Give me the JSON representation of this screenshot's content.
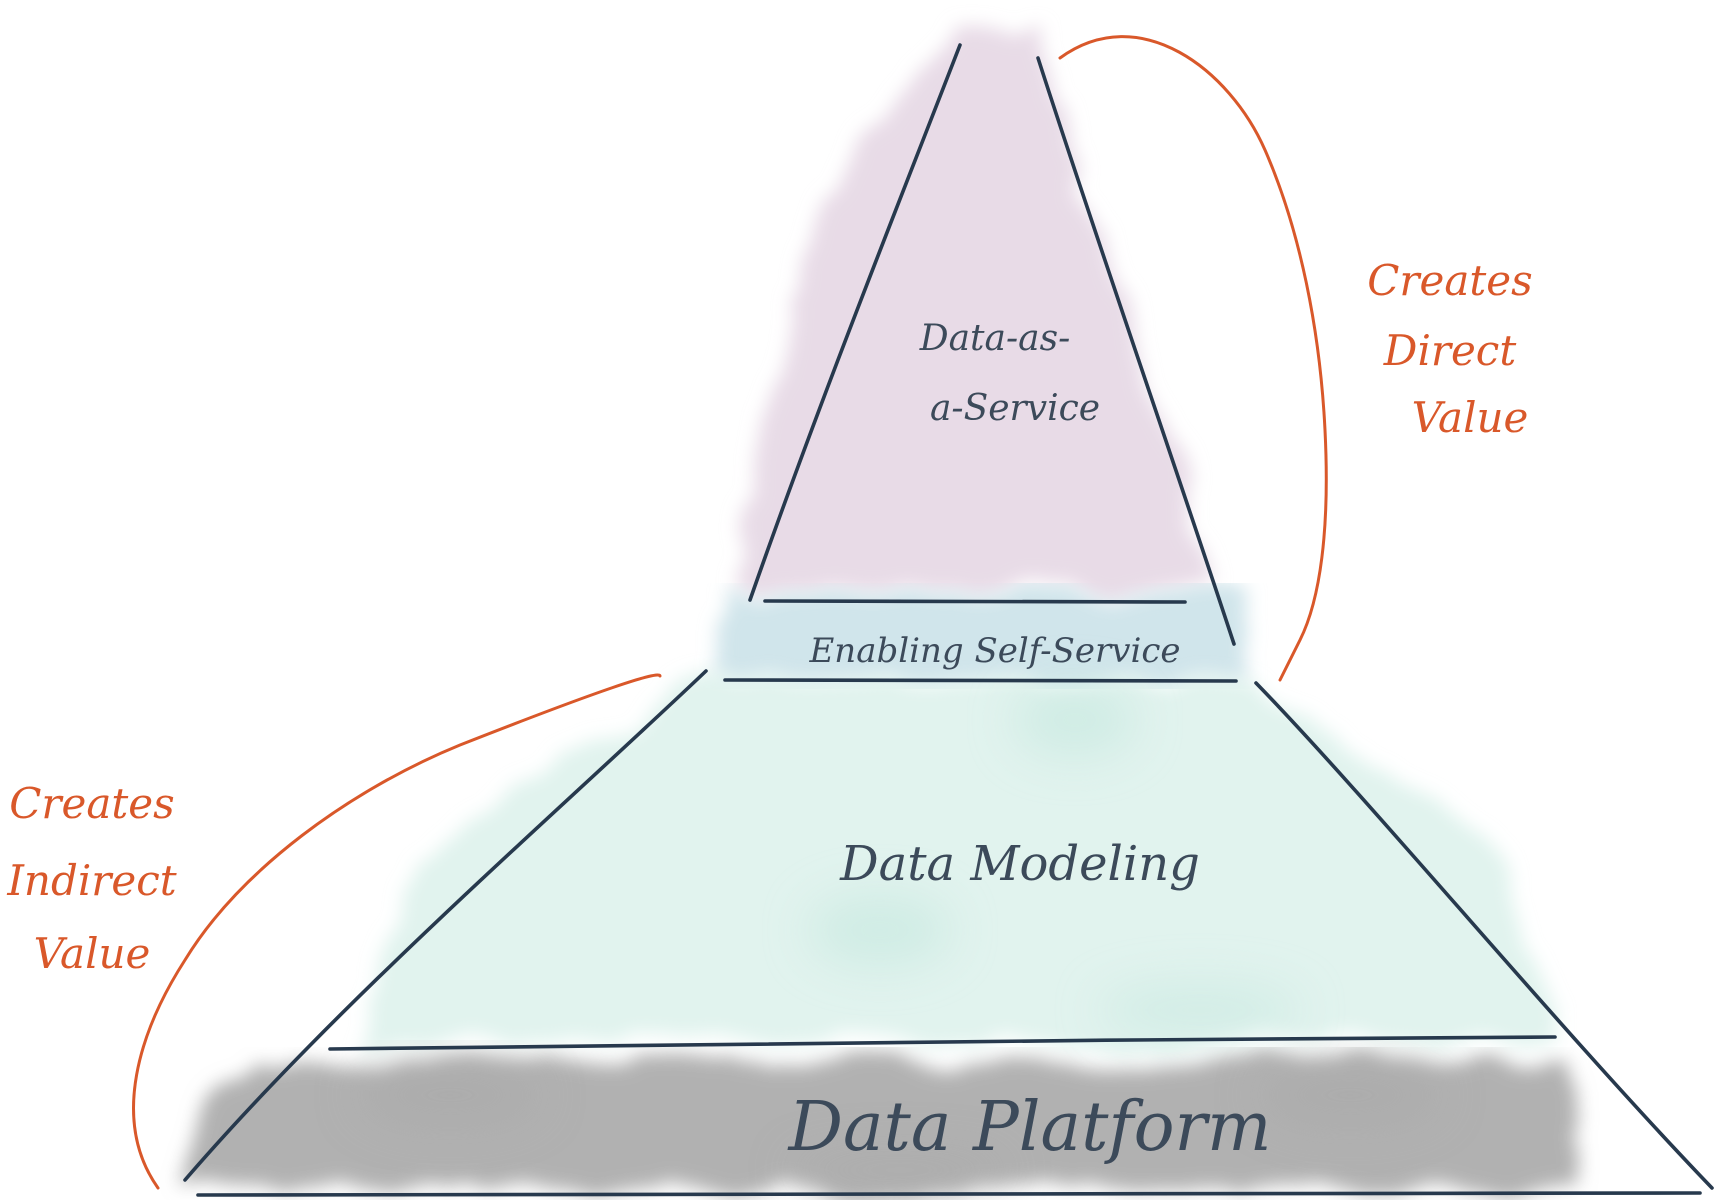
{
  "tiers": {
    "top": {
      "line1": "Data-as-",
      "line2": "a-Service"
    },
    "self_service": {
      "label": "Enabling Self-Service"
    },
    "modeling": {
      "label": "Data Modeling"
    },
    "platform": {
      "label": "Data Platform"
    }
  },
  "annotations": {
    "direct": {
      "line1": "Creates",
      "line2": "Direct",
      "line3": "Value"
    },
    "indirect": {
      "line1": "Creates",
      "line2": "Indirect",
      "line3": "Value"
    }
  },
  "colors": {
    "outline": "#27394d",
    "annotation": "#d9582a",
    "top_wash": "#e4d5e3",
    "self_service_wash": "#c8e1e7",
    "modeling_wash": "#cdebe3",
    "platform_wash": "#a9a9a9"
  }
}
